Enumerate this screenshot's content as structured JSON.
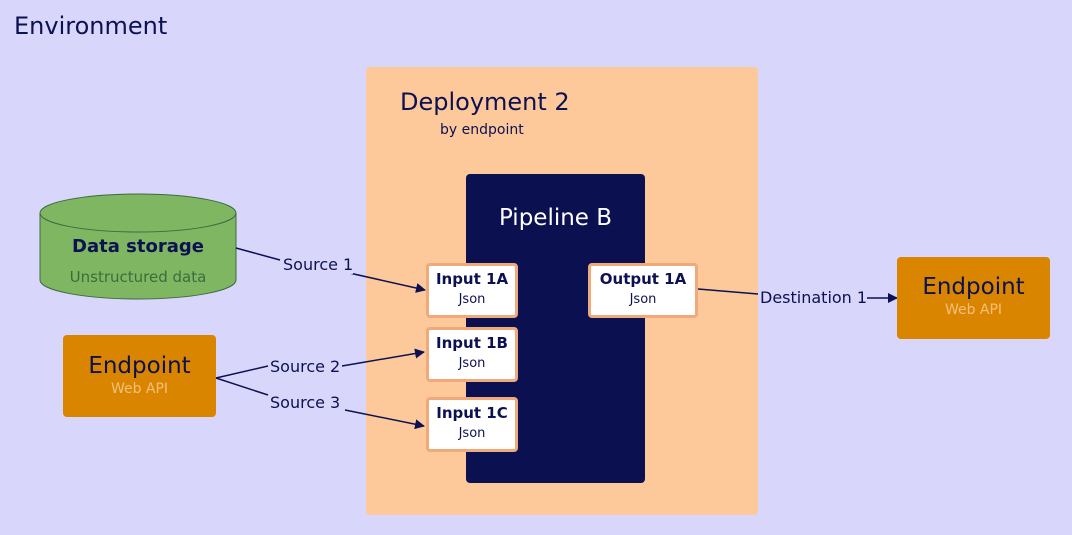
{
  "environment": {
    "title": "Environment"
  },
  "deployment": {
    "title": "Deployment 2",
    "subtitle": "by endpoint"
  },
  "pipeline": {
    "title": "Pipeline B"
  },
  "storage": {
    "title": "Data storage",
    "subtitle": "Unstructured data"
  },
  "inputs": [
    {
      "title": "Input 1A",
      "format": "Json"
    },
    {
      "title": "Input 1B",
      "format": "Json"
    },
    {
      "title": "Input 1C",
      "format": "Json"
    }
  ],
  "output": {
    "title": "Output 1A",
    "format": "Json"
  },
  "endpoint_left": {
    "title": "Endpoint",
    "subtitle": "Web API"
  },
  "endpoint_right": {
    "title": "Endpoint",
    "subtitle": "Web API"
  },
  "connections": {
    "source1": "Source 1",
    "source2": "Source 2",
    "source3": "Source 3",
    "destination1": "Destination 1"
  },
  "colors": {
    "background": "#d8d6fb",
    "deployment": "#fdc99b",
    "pipeline": "#0b1150",
    "storage": "#7fb661",
    "endpoint": "#d98500",
    "port_border": "#f0a97a"
  }
}
